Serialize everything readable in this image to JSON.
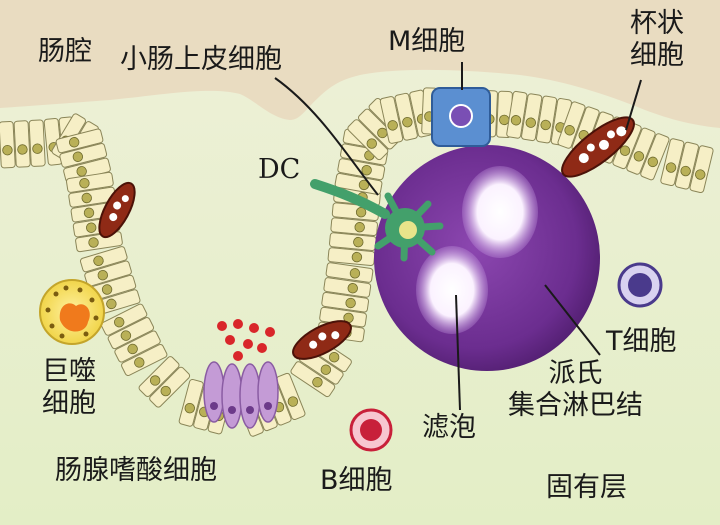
{
  "labels": {
    "lumen": "肠腔",
    "epithelial": "小肠上皮细胞",
    "m_cell": "M细胞",
    "goblet_line1": "杯状",
    "goblet_line2": "细胞",
    "dc": "DC",
    "macrophage_line1": "巨噬",
    "macrophage_line2": "细胞",
    "paneth": "肠腺嗜酸细胞",
    "follicle": "滤泡",
    "b_cell": "B细胞",
    "t_cell": "T细胞",
    "peyer_line1": "派氏",
    "peyer_line2": "集合淋巴结",
    "lamina": "固有层"
  },
  "colors": {
    "lumen": "#e9dcc1",
    "lamina_top": "#eef0d6",
    "lamina_bottom": "#e6efc9",
    "cell_fill": "#f6efc6",
    "cell_stroke": "#8a8558",
    "nucleus": "#b9b057",
    "peyer_patch": "#6a2c8c",
    "m_cell": "#5b8fd1",
    "goblet": "#8f2a16",
    "dc": "#43a06b",
    "paneth": "#c49bd6",
    "granule": "#d9262a",
    "b_cell": "#c8203a",
    "t_cell": "#4a3a8c",
    "macrophage": "#f1d54a"
  }
}
